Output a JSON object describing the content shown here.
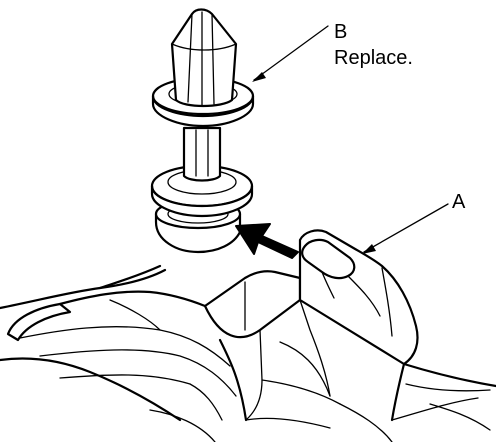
{
  "callouts": {
    "b_letter": "B",
    "b_note": "Replace.",
    "a_letter": "A"
  },
  "colors": {
    "ink": "#000000",
    "paper": "#ffffff"
  },
  "icons": {
    "insert_direction": "arrow-icon"
  }
}
